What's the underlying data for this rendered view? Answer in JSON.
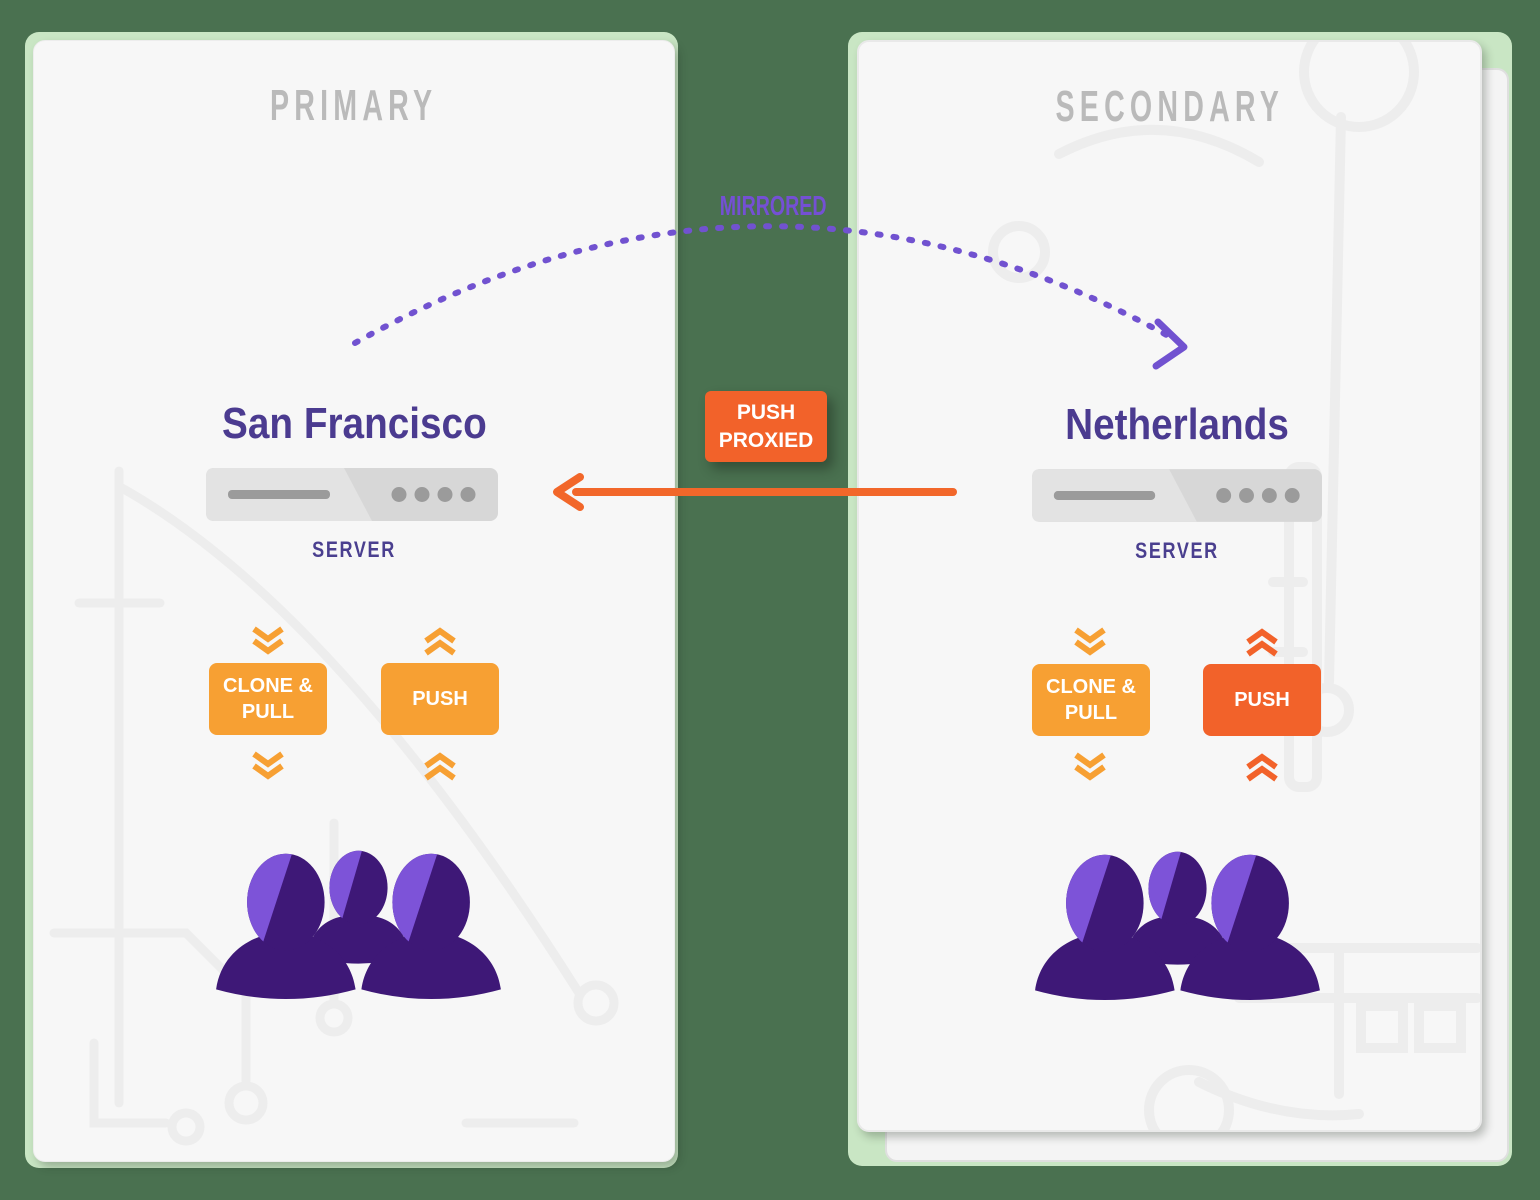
{
  "canvas": {
    "background_color": "#4A7150",
    "frame_color": "#C9E6C4",
    "card_color": "#F7F7F7"
  },
  "colors": {
    "amber": "#F7A033",
    "orange": "#F2622A",
    "purple": "#7152D0",
    "indigo": "#4B3B90",
    "muted_gray": "#BABABA"
  },
  "connections": {
    "mirrored_label": "MIRRORED",
    "mirrored_style": "dotted-arc, primary to secondary",
    "push_proxied_label": "PUSH PROXIED",
    "push_proxied_style": "solid-arrow, secondary to primary"
  },
  "primary": {
    "header": "PRIMARY",
    "location": "San Francisco",
    "server_label": "SERVER",
    "clone_pull_label": "CLONE & PULL",
    "clone_pull_flow": "down",
    "push_label": "PUSH",
    "push_flow": "up"
  },
  "secondary": {
    "header": "SECONDARY",
    "location": "Netherlands",
    "server_label": "SERVER",
    "clone_pull_label": "CLONE & PULL",
    "clone_pull_flow": "down",
    "push_label": "PUSH",
    "push_flow": "up"
  }
}
